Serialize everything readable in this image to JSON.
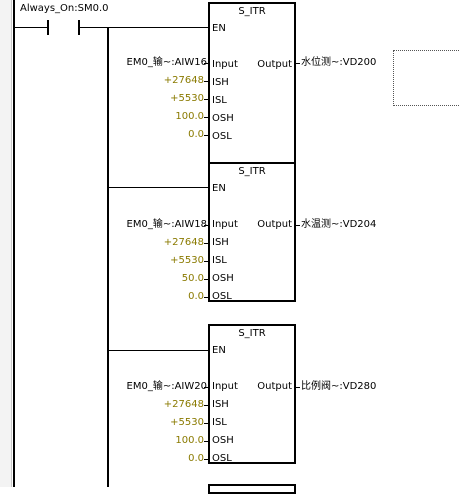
{
  "contact": {
    "label": "Always_On:SM0.0"
  },
  "blocks": [
    {
      "title": "S_ITR",
      "en": "EN",
      "input": {
        "addr": "EM0_输~:AIW16",
        "pin": "Input"
      },
      "ish": {
        "value": "+27648",
        "pin": "ISH"
      },
      "isl": {
        "value": "+5530",
        "pin": "ISL"
      },
      "osh": {
        "value": "100.0",
        "pin": "OSH"
      },
      "osl": {
        "value": "0.0",
        "pin": "OSL"
      },
      "output": {
        "pin": "Output",
        "addr": "水位测~:VD200"
      }
    },
    {
      "title": "S_ITR",
      "en": "EN",
      "input": {
        "addr": "EM0_输~:AIW18",
        "pin": "Input"
      },
      "ish": {
        "value": "+27648",
        "pin": "ISH"
      },
      "isl": {
        "value": "+5530",
        "pin": "ISL"
      },
      "osh": {
        "value": "50.0",
        "pin": "OSH"
      },
      "osl": {
        "value": "0.0",
        "pin": "OSL"
      },
      "output": {
        "pin": "Output",
        "addr": "水温测~:VD204"
      }
    },
    {
      "title": "S_ITR",
      "en": "EN",
      "input": {
        "addr": "EM0_输~:AIW20",
        "pin": "Input"
      },
      "ish": {
        "value": "+27648",
        "pin": "ISH"
      },
      "isl": {
        "value": "+5530",
        "pin": "ISL"
      },
      "osh": {
        "value": "100.0",
        "pin": "OSH"
      },
      "osl": {
        "value": "0.0",
        "pin": "OSL"
      },
      "output": {
        "pin": "Output",
        "addr": "比例阀~:VD280"
      }
    }
  ],
  "colors": {
    "constant": "#8a7a00",
    "wire": "#000000",
    "background": "#ffffff"
  }
}
